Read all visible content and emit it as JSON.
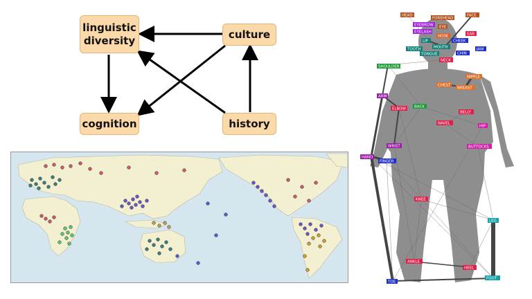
{
  "diagram": {
    "nodes": {
      "linguistic_diversity": "linguistic diversity",
      "culture": "culture",
      "cognition": "cognition",
      "history": "history"
    },
    "edges": [
      [
        "culture",
        "linguistic_diversity"
      ],
      [
        "linguistic_diversity",
        "cognition"
      ],
      [
        "culture",
        "cognition"
      ],
      [
        "history",
        "linguistic_diversity"
      ],
      [
        "history",
        "culture"
      ]
    ]
  },
  "body_labels": [
    {
      "text": "HEAD",
      "color": "#b5531e"
    },
    {
      "text": "FOREHEAD",
      "color": "#b5531e"
    },
    {
      "text": "FACE",
      "color": "#b5531e"
    },
    {
      "text": "EYEBROW",
      "color": "#a21fe0"
    },
    {
      "text": "EYE",
      "color": "#b5531e"
    },
    {
      "text": "EYELASH",
      "color": "#a21fe0"
    },
    {
      "text": "NOSE",
      "color": "#e0602a"
    },
    {
      "text": "EAR",
      "color": "#e0204a"
    },
    {
      "text": "LIP",
      "color": "#14807a"
    },
    {
      "text": "CHEEK",
      "color": "#2230c8"
    },
    {
      "text": "MOUTH",
      "color": "#14807a"
    },
    {
      "text": "TOOTH",
      "color": "#14807a"
    },
    {
      "text": "JAW",
      "color": "#2230c8"
    },
    {
      "text": "CHIN",
      "color": "#2230c8"
    },
    {
      "text": "TONGUE",
      "color": "#14807a"
    },
    {
      "text": "NECK",
      "color": "#e0204a"
    },
    {
      "text": "SHOULDER",
      "color": "#1e9a3a"
    },
    {
      "text": "NIPPLE",
      "color": "#e0702a"
    },
    {
      "text": "CHEST",
      "color": "#e0702a"
    },
    {
      "text": "BREAST",
      "color": "#e0702a"
    },
    {
      "text": "ARM",
      "color": "#9a1ea8"
    },
    {
      "text": "ELBOW",
      "color": "#e0204a"
    },
    {
      "text": "BACK",
      "color": "#1e9a3a"
    },
    {
      "text": "BELLY",
      "color": "#e0204a"
    },
    {
      "text": "NAVEL",
      "color": "#e0204a"
    },
    {
      "text": "HIP",
      "color": "#d21ea8"
    },
    {
      "text": "WRIST",
      "color": "#9a1ea8"
    },
    {
      "text": "BUTTOCKS",
      "color": "#d21ea8"
    },
    {
      "text": "HAND",
      "color": "#9a1ea8"
    },
    {
      "text": "FINGER",
      "color": "#2230c8"
    },
    {
      "text": "KNEE",
      "color": "#e0204a"
    },
    {
      "text": "LEG",
      "color": "#14a0a8"
    },
    {
      "text": "ANKLE",
      "color": "#e0204a"
    },
    {
      "text": "HEEL",
      "color": "#e0204a"
    },
    {
      "text": "TOE",
      "color": "#2230c8"
    },
    {
      "text": "FOOT",
      "color": "#14a0a8"
    }
  ],
  "colors": {
    "node_fill": "#fcd9a8",
    "land": "#f3f0d2",
    "ocean": "#d6e6ef",
    "body": "#8e8e8e"
  }
}
